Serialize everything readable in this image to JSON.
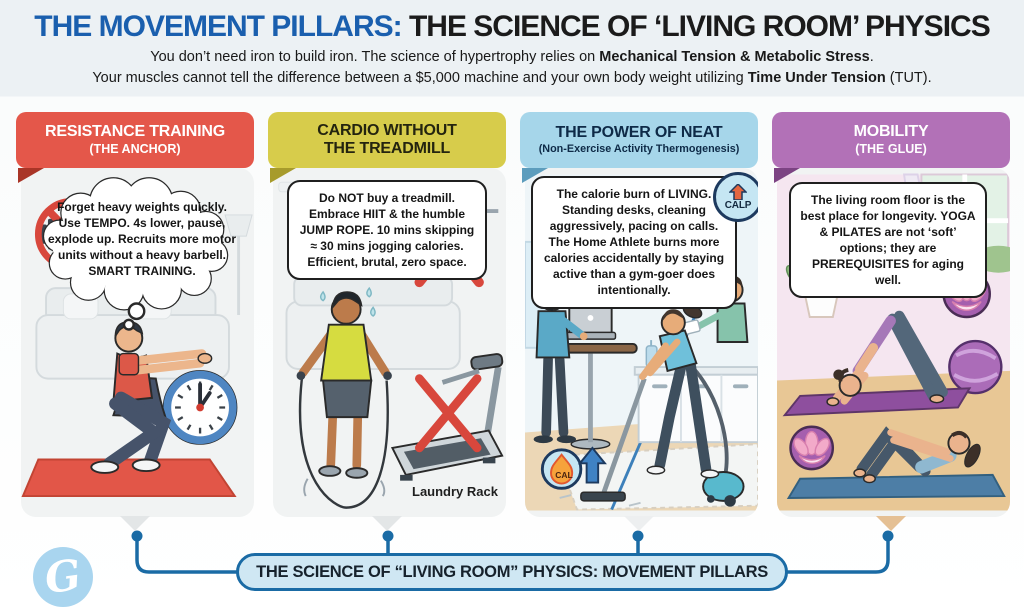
{
  "header": {
    "title_blue": "THE MOVEMENT PILLARS:",
    "title_dark": " THE SCIENCE OF ‘LIVING ROOM’ PHYSICS",
    "subtitle1": [
      {
        "t": "You don’t need iron to build iron. The science of hypertrophy relies on "
      },
      {
        "t": "Mechanical Tension & Metabolic Stress",
        "b": true
      },
      {
        "t": "."
      }
    ],
    "subtitle2": [
      {
        "t": "Your muscles cannot tell the difference between a $5,000 machine and your own body weight utilizing "
      },
      {
        "t": "Time Under Tension",
        "b": true
      },
      {
        "t": " (TUT)."
      }
    ]
  },
  "panels": [
    {
      "title": "RESISTANCE TRAINING",
      "subtitle": "(THE ANCHOR)",
      "colors": {
        "bg": "#e4574a",
        "fold": "#a93527",
        "text": "#ffffff"
      },
      "bubble": [
        {
          "t": "Forget heavy weights quickly. Use "
        },
        {
          "t": "TEMPO",
          "b": true
        },
        {
          "t": ". 4s lower, pause, explode up. Recruits more motor units without a heavy barbell. "
        },
        {
          "t": "SMART TRAINING.",
          "b": true
        }
      ]
    },
    {
      "title": "CARDIO WITHOUT\nTHE TREADMILL",
      "subtitle": "",
      "colors": {
        "bg": "#d7cc4b",
        "fold": "#a79b2c",
        "text": "#24240f"
      },
      "label": "Laundry Rack",
      "bubble": [
        {
          "t": "Do "
        },
        {
          "t": "NOT",
          "b": true
        },
        {
          "t": " buy a treadmill. Embrace HIIT & the humble "
        },
        {
          "t": "JUMP ROPE",
          "b": true
        },
        {
          "t": ". 10 mins skipping ≈ 30 mins jogging calories. Efficient, brutal, zero space."
        }
      ]
    },
    {
      "title": "THE POWER OF NEAT",
      "subtitle": "(Non-Exercise Activity Thermogenesis)",
      "colors": {
        "bg": "#a6d6ea",
        "fold": "#5d9dbd",
        "text": "#0e2a47"
      },
      "badge_calp": "CALP",
      "badge_cal": "CAL",
      "bubble": [
        {
          "t": "The calorie burn of "
        },
        {
          "t": "LIVING",
          "b": true
        },
        {
          "t": ". Standing desks, cleaning aggressively, pacing on calls. The Home Athlete burns more calories accidentally by staying active than a gym-goer does intentionally."
        }
      ]
    },
    {
      "title": "MOBILITY",
      "subtitle": "(THE GLUE)",
      "colors": {
        "bg": "#b271b7",
        "fold": "#7c4383",
        "text": "#ffffff"
      },
      "bubble": [
        {
          "t": "The living room floor is the best place for longevity. "
        },
        {
          "t": "YOGA & PILATES",
          "b": true
        },
        {
          "t": " are not ‘soft’ options; they are "
        },
        {
          "t": "PREREQUISITES",
          "b": true
        },
        {
          "t": " for aging well."
        }
      ]
    }
  ],
  "footer": {
    "banner": "THE SCIENCE OF “LIVING ROOM” PHYSICS: MOVEMENT PILLARS"
  },
  "logo": {
    "glyph": "G"
  },
  "icons": {
    "no_dumbbell": "🚫",
    "clock": "🕛",
    "thought_cloud": "💭",
    "red_x": "✕",
    "up_arrow": "↑",
    "flame": "🔥",
    "lotus": "✿"
  },
  "colors": {
    "title_blue": "#1a5fae",
    "connector_blue": "#1a6ba5",
    "banner_fill": "#cfe7f3",
    "x_red": "#d8473c"
  }
}
